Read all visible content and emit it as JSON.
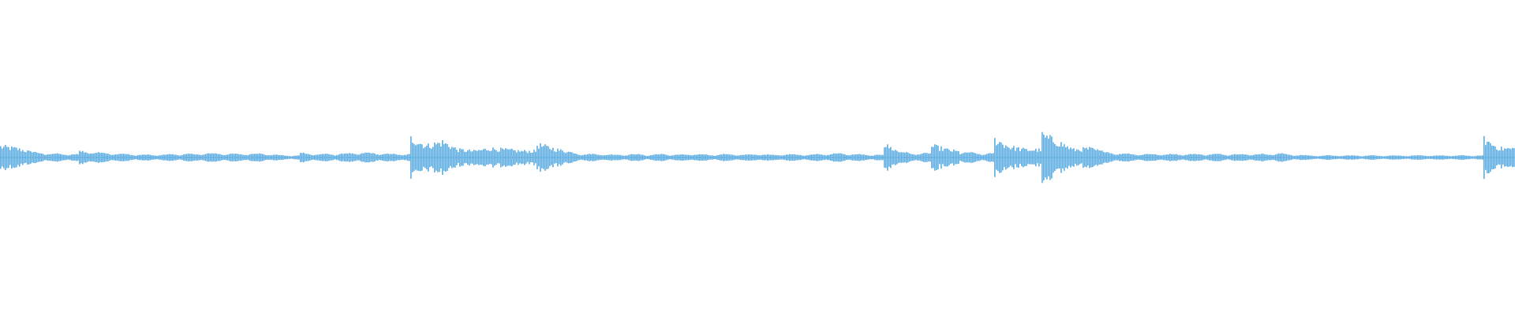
{
  "chart_data": {
    "type": "area",
    "subtype": "audio-waveform",
    "title": "",
    "xlabel": "",
    "ylabel": "",
    "ylim": [
      -1,
      1
    ],
    "grid": false,
    "legend": "none",
    "color": "#5dade2",
    "background": "#ffffff",
    "amplitude_envelope": [
      0.085,
      0.07,
      0.04,
      0.03,
      0.025,
      0.05,
      0.04,
      0.03,
      0.025,
      0.02,
      0.02,
      0.025,
      0.025,
      0.03,
      0.03,
      0.025,
      0.03,
      0.025,
      0.015,
      0.035,
      0.025,
      0.025,
      0.03,
      0.035,
      0.03,
      0.025,
      0.15,
      0.09,
      0.12,
      0.06,
      0.05,
      0.07,
      0.06,
      0.05,
      0.1,
      0.07,
      0.04,
      0.025,
      0.025,
      0.02,
      0.025,
      0.02,
      0.025,
      0.02,
      0.025,
      0.02,
      0.025,
      0.02,
      0.025,
      0.02,
      0.025,
      0.02,
      0.025,
      0.03,
      0.025,
      0.02,
      0.1,
      0.04,
      0.03,
      0.09,
      0.06,
      0.04,
      0.03,
      0.14,
      0.08,
      0.06,
      0.17,
      0.12,
      0.06,
      0.07,
      0.04,
      0.03,
      0.025,
      0.025,
      0.025,
      0.025,
      0.025,
      0.025,
      0.025,
      0.025,
      0.025,
      0.03,
      0.02,
      0.015,
      0.015,
      0.015,
      0.015,
      0.015,
      0.015,
      0.015,
      0.015,
      0.015,
      0.015,
      0.015,
      0.14,
      0.07
    ]
  }
}
